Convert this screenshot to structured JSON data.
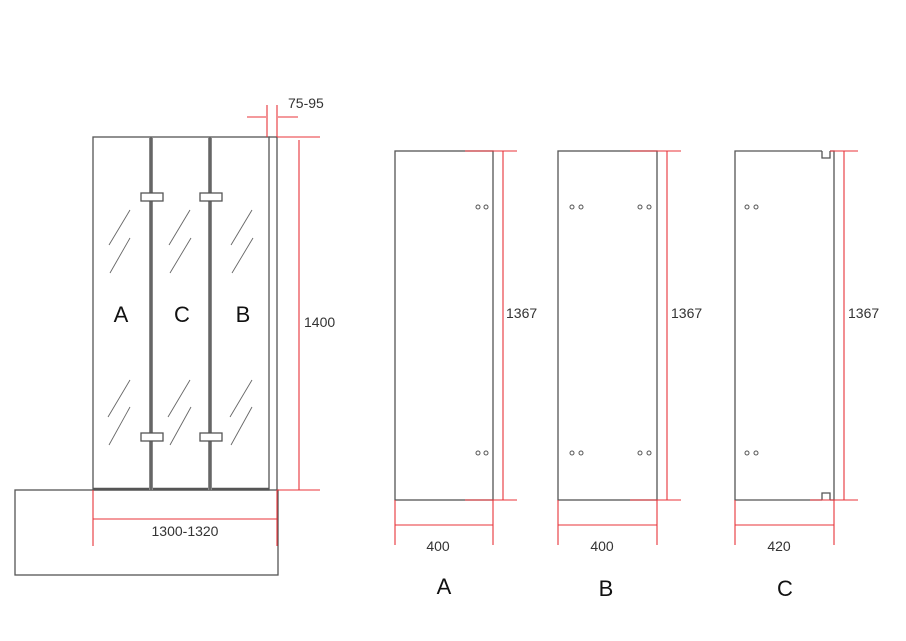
{
  "assembly": {
    "panel_labels": [
      "A",
      "C",
      "B"
    ],
    "dim_width": "1300-1320",
    "dim_height": "1400",
    "dim_adjust": "75-95"
  },
  "panels": [
    {
      "label": "A",
      "width": "400",
      "height": "1367"
    },
    {
      "label": "B",
      "width": "400",
      "height": "1367"
    },
    {
      "label": "C",
      "width": "420",
      "height": "1367"
    }
  ],
  "colors": {
    "dimension": "#e8333a",
    "outline": "#555555"
  }
}
